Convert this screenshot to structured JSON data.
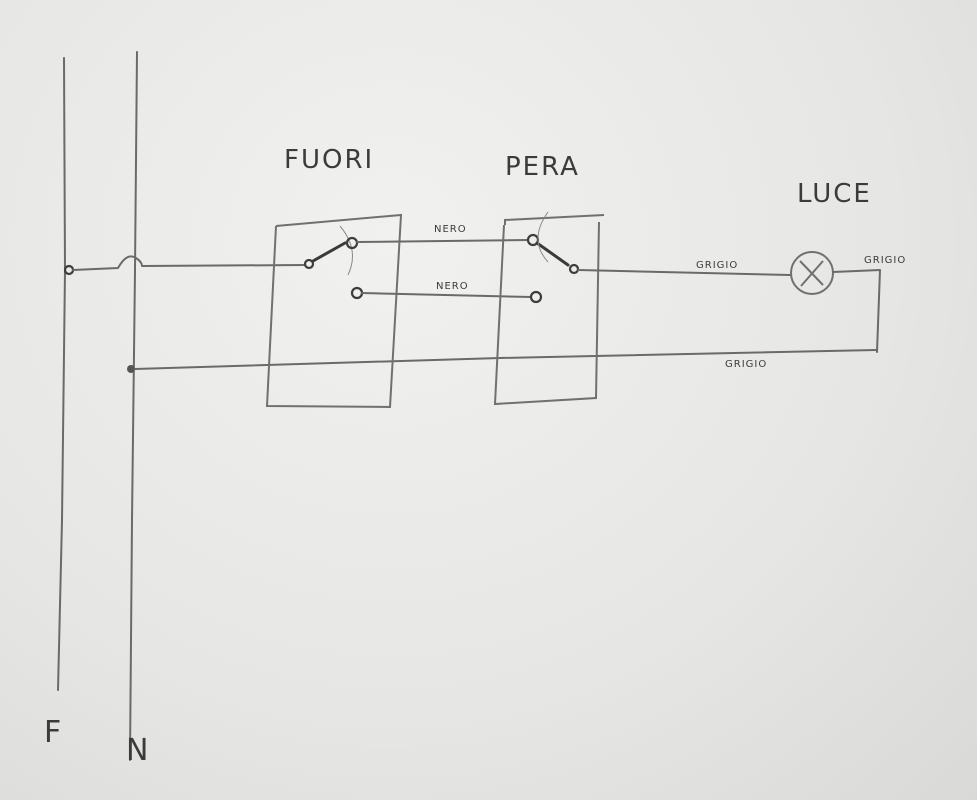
{
  "labels": {
    "phase": "F",
    "neutral": "N",
    "switch_outside": "FUORI",
    "switch_pear": "PERA",
    "lamp": "LUCE",
    "traveler_top": "NERO",
    "traveler_bottom": "NERO",
    "wire_to_lamp": "GRIGIO",
    "wire_from_lamp": "GRIGIO",
    "wire_return": "GRIGIO"
  },
  "colors": {
    "ink": "#3b3b3b",
    "paper": "#ececea"
  }
}
